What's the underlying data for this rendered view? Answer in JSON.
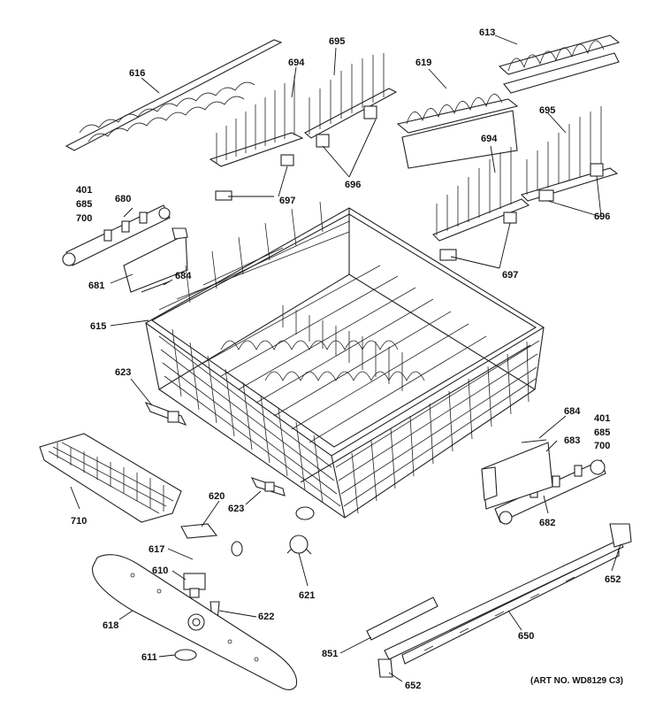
{
  "labels": {
    "l616": "616",
    "l695a": "695",
    "l694a": "694",
    "l619": "619",
    "l613": "613",
    "l695b": "695",
    "l694b": "694",
    "l697a": "697",
    "l696a": "696",
    "l401a": "401",
    "l685a": "685",
    "l700a": "700",
    "l680": "680",
    "l681": "681",
    "l684a": "684",
    "l615": "615",
    "l696b": "696",
    "l697b": "697",
    "l623a": "623",
    "l684b": "684",
    "l401b": "401",
    "l685b": "685",
    "l700b": "700",
    "l683": "683",
    "l682": "682",
    "l710": "710",
    "l620": "620",
    "l623b": "623",
    "l617": "617",
    "l610": "610",
    "l621": "621",
    "l652a": "652",
    "l618": "618",
    "l622": "622",
    "l650": "650",
    "l611": "611",
    "l851": "851",
    "l652b": "652"
  },
  "art_number": "(ART NO. WD8129 C3)"
}
